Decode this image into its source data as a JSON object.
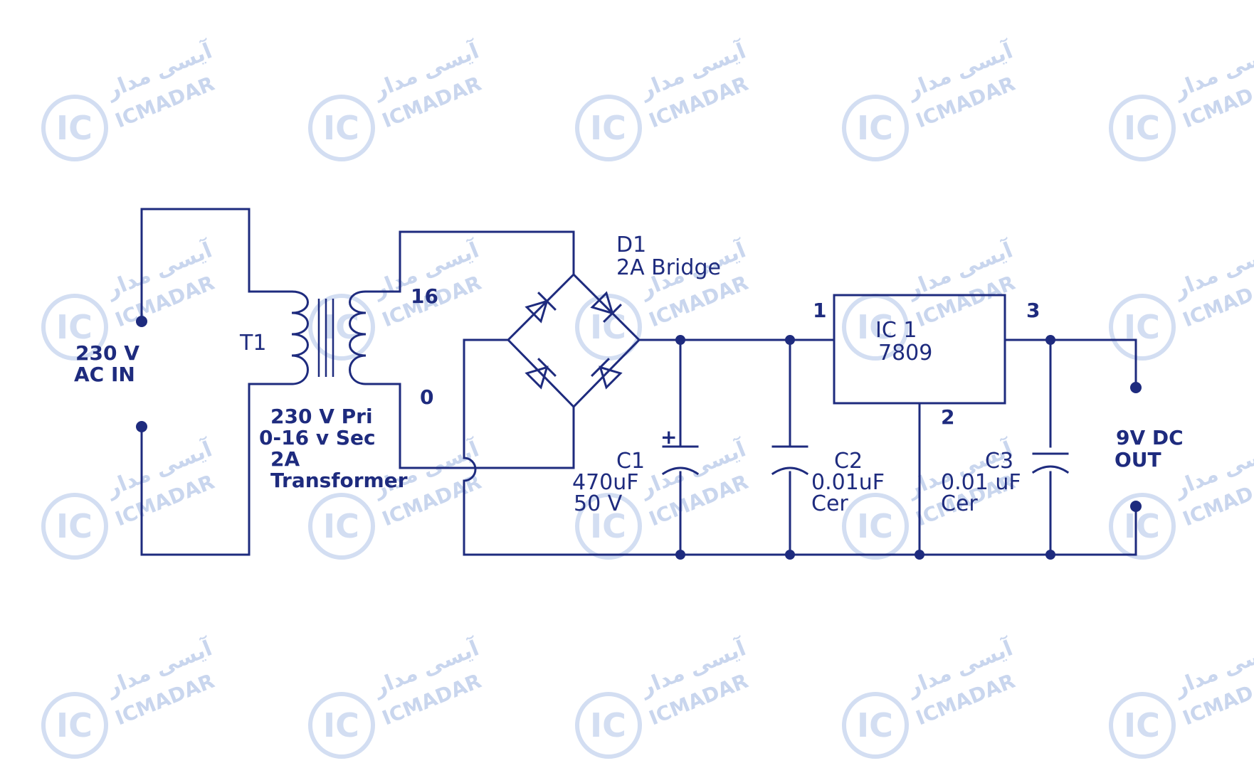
{
  "watermark": {
    "brand": "ICMADAR",
    "brand_fa": "آیسی مدار",
    "logo": "IC"
  },
  "labels": {
    "ac_in_voltage": "230 V",
    "ac_in": "AC IN",
    "t1": "T1",
    "sec_16": "16",
    "sec_0": "0",
    "tr_line1": "230 V Pri",
    "tr_line2": "0-16 v Sec",
    "tr_line3": "2A",
    "tr_line4": "Transformer",
    "d1": "D1",
    "d1_type": "2A Bridge",
    "c1_plus": "+",
    "c1": "C1",
    "c1_value": "470uF",
    "c1_voltage": "50 V",
    "c2": "C2",
    "c2_value": "0.01uF",
    "c2_type": "Cer",
    "ic_pin1": "1",
    "ic_pin2": "2",
    "ic_pin3": "3",
    "ic_name": "IC 1",
    "ic_part": "7809",
    "c3": "C3",
    "c3_value": "0.01 uF",
    "c3_type": "Cer",
    "out_line1": "9V DC",
    "out_line2": "OUT"
  },
  "colors": {
    "wire": "#1e2b7e",
    "watermark": "#c9d6ee",
    "background": "#ffffff"
  }
}
